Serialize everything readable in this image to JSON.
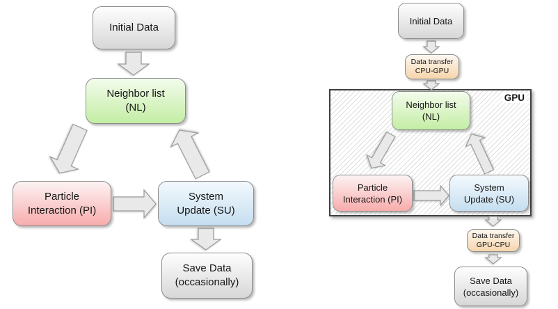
{
  "left_flow": {
    "initial_data": {
      "lines": [
        "Initial Data"
      ]
    },
    "neighbor_list": {
      "lines": [
        "Neighbor list",
        "(NL)"
      ]
    },
    "particle_interaction": {
      "lines": [
        "Particle",
        "Interaction (PI)"
      ]
    },
    "system_update": {
      "lines": [
        "System",
        "Update (SU)"
      ]
    },
    "save_data": {
      "lines": [
        "Save Data",
        "(occasionally)"
      ]
    },
    "arrows": [
      {
        "from": "initial_data",
        "to": "neighbor_list"
      },
      {
        "from": "neighbor_list",
        "to": "particle_interaction"
      },
      {
        "from": "particle_interaction",
        "to": "system_update"
      },
      {
        "from": "system_update",
        "to": "neighbor_list"
      },
      {
        "from": "system_update",
        "to": "save_data"
      }
    ]
  },
  "right_flow": {
    "initial_data": {
      "lines": [
        "Initial Data"
      ]
    },
    "transfer_cpu_gpu": {
      "lines": [
        "Data transfer",
        "CPU-GPU"
      ]
    },
    "gpu_region_label": "GPU",
    "neighbor_list": {
      "lines": [
        "Neighbor list",
        "(NL)"
      ]
    },
    "particle_interaction": {
      "lines": [
        "Particle",
        "Interaction (PI)"
      ]
    },
    "system_update": {
      "lines": [
        "System",
        "Update (SU)"
      ]
    },
    "transfer_gpu_cpu": {
      "lines": [
        "Data transfer",
        "GPU-CPU"
      ]
    },
    "save_data": {
      "lines": [
        "Save Data",
        "(occasionally)"
      ]
    },
    "arrows": [
      {
        "from": "initial_data",
        "to": "transfer_cpu_gpu"
      },
      {
        "from": "transfer_cpu_gpu",
        "to": "neighbor_list"
      },
      {
        "from": "neighbor_list",
        "to": "particle_interaction"
      },
      {
        "from": "particle_interaction",
        "to": "system_update"
      },
      {
        "from": "system_update",
        "to": "neighbor_list"
      },
      {
        "from": "system_update",
        "to": "transfer_gpu_cpu"
      },
      {
        "from": "transfer_gpu_cpu",
        "to": "save_data"
      }
    ]
  },
  "colors": {
    "text": "#151515",
    "node_border": "#8c8c8c",
    "gray_top": "#fefefe",
    "gray_bottom": "#d7d7d7",
    "green_top": "#f3fcec",
    "green_bottom": "#c3eda4",
    "pink_top": "#fdf3f3",
    "pink_bottom": "#f8acac",
    "blue_top": "#f3f9fd",
    "blue_bottom": "#c5def0",
    "tan_top": "#fdf8f1",
    "tan_bottom": "#f6d5ac",
    "arrow_fill": "#e9e9e9",
    "arrow_stroke": "#9b9b9b",
    "gpu_border": "#3f3f3f",
    "hatch_line": "#dfdfdf"
  }
}
